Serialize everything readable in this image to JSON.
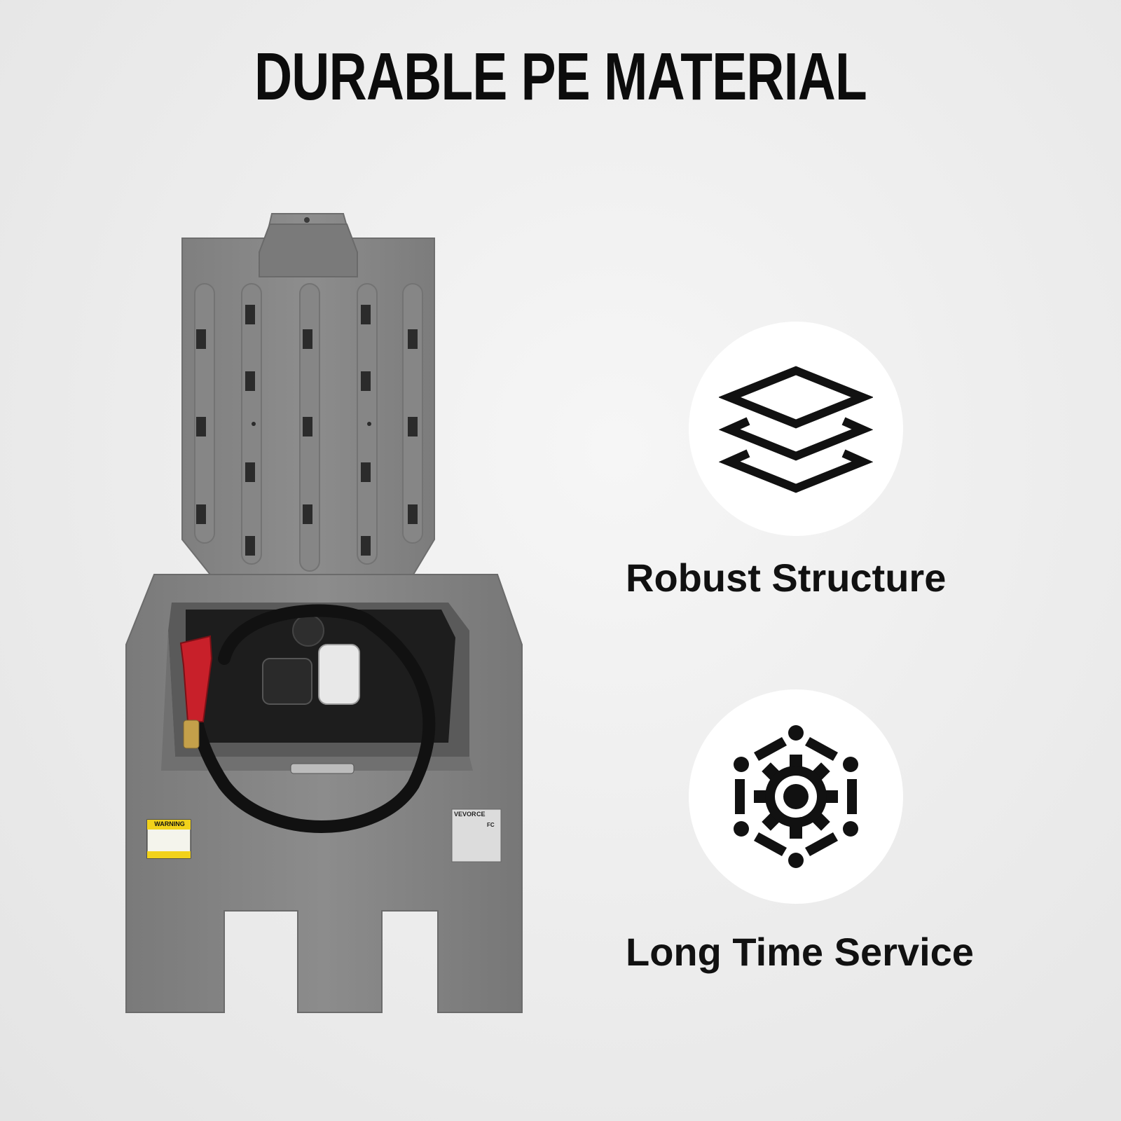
{
  "headline": "DURABLE PE MATERIAL",
  "features": [
    {
      "icon": "layers-icon",
      "label": "Robust Structure"
    },
    {
      "icon": "gear-cycle-icon",
      "label": "Long Time Service"
    }
  ],
  "product": {
    "warning_label": "WARNING",
    "brand_label": "VEVOR",
    "cert_marks": "CE",
    "fc_mark": "FC"
  },
  "colors": {
    "tank_gray": "#8a8a8a",
    "nozzle_red": "#c8202a",
    "warning_yellow": "#f2d21b",
    "text_dark": "#111111"
  }
}
